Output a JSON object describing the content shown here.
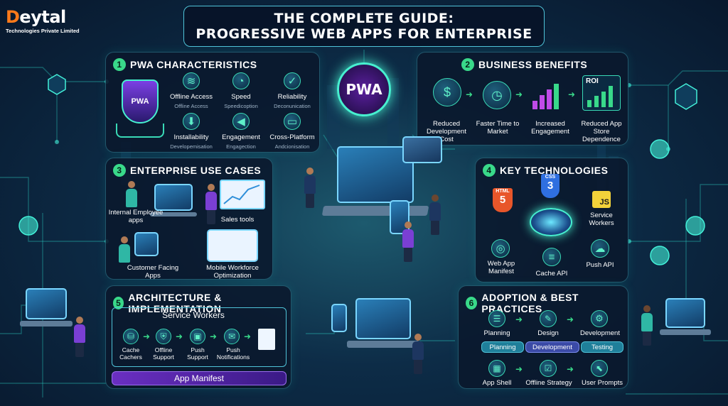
{
  "logo": {
    "name_initial": "D",
    "name_rest": "eytal",
    "tagline": "Technologies Private Limited"
  },
  "title": {
    "line1": "THE COMPLETE GUIDE:",
    "line2": "PROGRESSIVE WEB APPS FOR ENTERPRISE"
  },
  "center_badge": "PWA",
  "sections": {
    "characteristics": {
      "num": "1",
      "title": "PWA CHARACTERISTICS",
      "shield_label": "PWA",
      "items": [
        {
          "label": "Offline Access",
          "sub": "Offline Access"
        },
        {
          "label": "Speed",
          "sub": "Speedicoption"
        },
        {
          "label": "Reliability",
          "sub": "Deconunication"
        },
        {
          "label": "Installability",
          "sub": "Developemisation"
        },
        {
          "label": "Engagement",
          "sub": "Engagection"
        },
        {
          "label": "Cross-Platform",
          "sub": "Andcionisation"
        }
      ]
    },
    "benefits": {
      "num": "2",
      "title": "BUSINESS BENEFITS",
      "roi": "ROI",
      "items": [
        {
          "label": "Reduced Development Cost"
        },
        {
          "label": "Faster Time to Market"
        },
        {
          "label": "Increased Engagement"
        },
        {
          "label": "Reduced App Store Dependence"
        }
      ]
    },
    "use_cases": {
      "num": "3",
      "title": "ENTERPRISE USE CASES",
      "items": [
        {
          "label": "Internal Employee apps"
        },
        {
          "label": "Sales tools"
        },
        {
          "label": "Customer Facing Apps"
        },
        {
          "label": "Mobile Workforce Optimization"
        }
      ]
    },
    "technologies": {
      "num": "4",
      "title": "KEY TECHNOLOGIES",
      "html_label": "HTML",
      "html_num": "5",
      "css_label": "CSS",
      "css_num": "3",
      "js_label": "JS",
      "items": [
        {
          "label": "Service Workers"
        },
        {
          "label": "Web App Manifest"
        },
        {
          "label": "Cache API"
        },
        {
          "label": "Push API"
        }
      ]
    },
    "architecture": {
      "num": "5",
      "title": "ARCHITECTURE & IMPLEMENTATION",
      "service_workers": "Service Workers",
      "app_manifest": "App Manifest",
      "items": [
        {
          "label": "Cache Cachers"
        },
        {
          "label": "Offline Support"
        },
        {
          "label": "Push Support"
        },
        {
          "label": "Push Notifications"
        }
      ]
    },
    "adoption": {
      "num": "6",
      "title": "ADOPTION & BEST PRACTICES",
      "top_items": [
        {
          "label": "Planning"
        },
        {
          "label": "Design"
        },
        {
          "label": "Development"
        }
      ],
      "pills": [
        {
          "label": "Planning"
        },
        {
          "label": "Development"
        },
        {
          "label": "Testing"
        }
      ],
      "bottom_items": [
        {
          "label": "App Shell"
        },
        {
          "label": "Offline Strategy"
        },
        {
          "label": "User Prompts"
        }
      ]
    }
  },
  "colors": {
    "accent_green": "#39d98a",
    "accent_cyan": "#4fc3d8",
    "logo_orange": "#ff7a1a",
    "pwa_purple": "#8e3bd9"
  },
  "icons": [
    "wifi-icon",
    "speedometer-icon",
    "shield-check-icon",
    "download-icon",
    "megaphone-icon",
    "devices-icon",
    "dollar-hand-icon",
    "stopwatch-icon",
    "bar-chart-up-icon",
    "roi-chart-icon",
    "html5-icon",
    "css3-icon",
    "js-icon",
    "globe-icon",
    "database-icon",
    "cloud-icon",
    "document-icon",
    "gear-icon",
    "chip-icon",
    "checklist-icon",
    "cursor-icon"
  ]
}
